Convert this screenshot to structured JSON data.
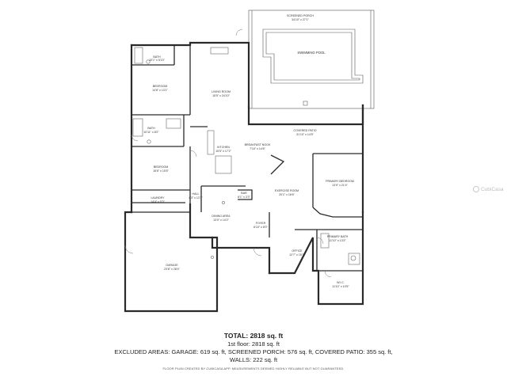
{
  "rooms": {
    "screened_porch": {
      "name": "SCREENED PORCH",
      "dims": "34'10\" x 27'1\""
    },
    "pool": {
      "name": "SWIMMING POOL"
    },
    "bath2": {
      "name": "BATH",
      "dims": "10'1\" x 5'10\""
    },
    "bedroom2": {
      "name": "BEDROOM",
      "dims": "14'8\" x 13'1\""
    },
    "living": {
      "name": "LIVING ROOM",
      "dims": "15'5\" x 24'10\""
    },
    "bath3": {
      "name": "BATH",
      "dims": "10'11\" x 8'2\""
    },
    "covered_patio": {
      "name": "COVERED PATIO",
      "dims": "31'10\" x 14'5\""
    },
    "breakfast": {
      "name": "BREAKFAST NOOK",
      "dims": "7'10\" x 14'6\""
    },
    "kitchen": {
      "name": "KITCHEN",
      "dims": "15'5\" x 17'2\""
    },
    "bedroom3": {
      "name": "BEDROOM",
      "dims": "16'6\" x 15'5\""
    },
    "primary_bedroom": {
      "name": "PRIMARY BEDROOM",
      "dims": "13'9\" x 21'4\""
    },
    "exercise": {
      "name": "EXERCISE ROOM",
      "dims": "20'1\" x 16'6\""
    },
    "laundry": {
      "name": "LAUNDRY",
      "dims": "14'4\" x 5'3\""
    },
    "hall": {
      "name": "HALL",
      "dims": "4'3\" x 13'7\""
    },
    "bar": {
      "name": "BAR",
      "dims": "8'1\" x 3'3\""
    },
    "dining": {
      "name": "DINING AREA",
      "dims": "13'0\" x 14'2\""
    },
    "foyer": {
      "name": "FOYER",
      "dims": "6'10\" x 8'0\""
    },
    "primary_bath": {
      "name": "PRIMARY BATH",
      "dims": "11'10\" x 13'3\""
    },
    "office": {
      "name": "OFFICE",
      "dims": "12'7\" x 15'1\""
    },
    "garage": {
      "name": "GARAGE",
      "dims": "23'8\" x 28'4\""
    },
    "wic": {
      "name": "W.I.C.",
      "dims": "11'10\" x 10'5\""
    }
  },
  "summary": {
    "total": "TOTAL: 2818 sq. ft",
    "floor1": "1st floor: 2818 sq. ft",
    "excluded": "EXCLUDED AREAS: GARAGE: 619 sq. ft, SCREENED PORCH: 576 sq. ft, COVERED PATIO: 355 sq. ft,",
    "walls": "WALLS: 222 sq. ft",
    "footnote": "FLOOR PLAN CREATED BY CUBICASA APP. MEASUREMENTS DEEMED HIGHLY RELIABLE BUT NOT GUARANTEED."
  },
  "watermark": "CubiCasa"
}
